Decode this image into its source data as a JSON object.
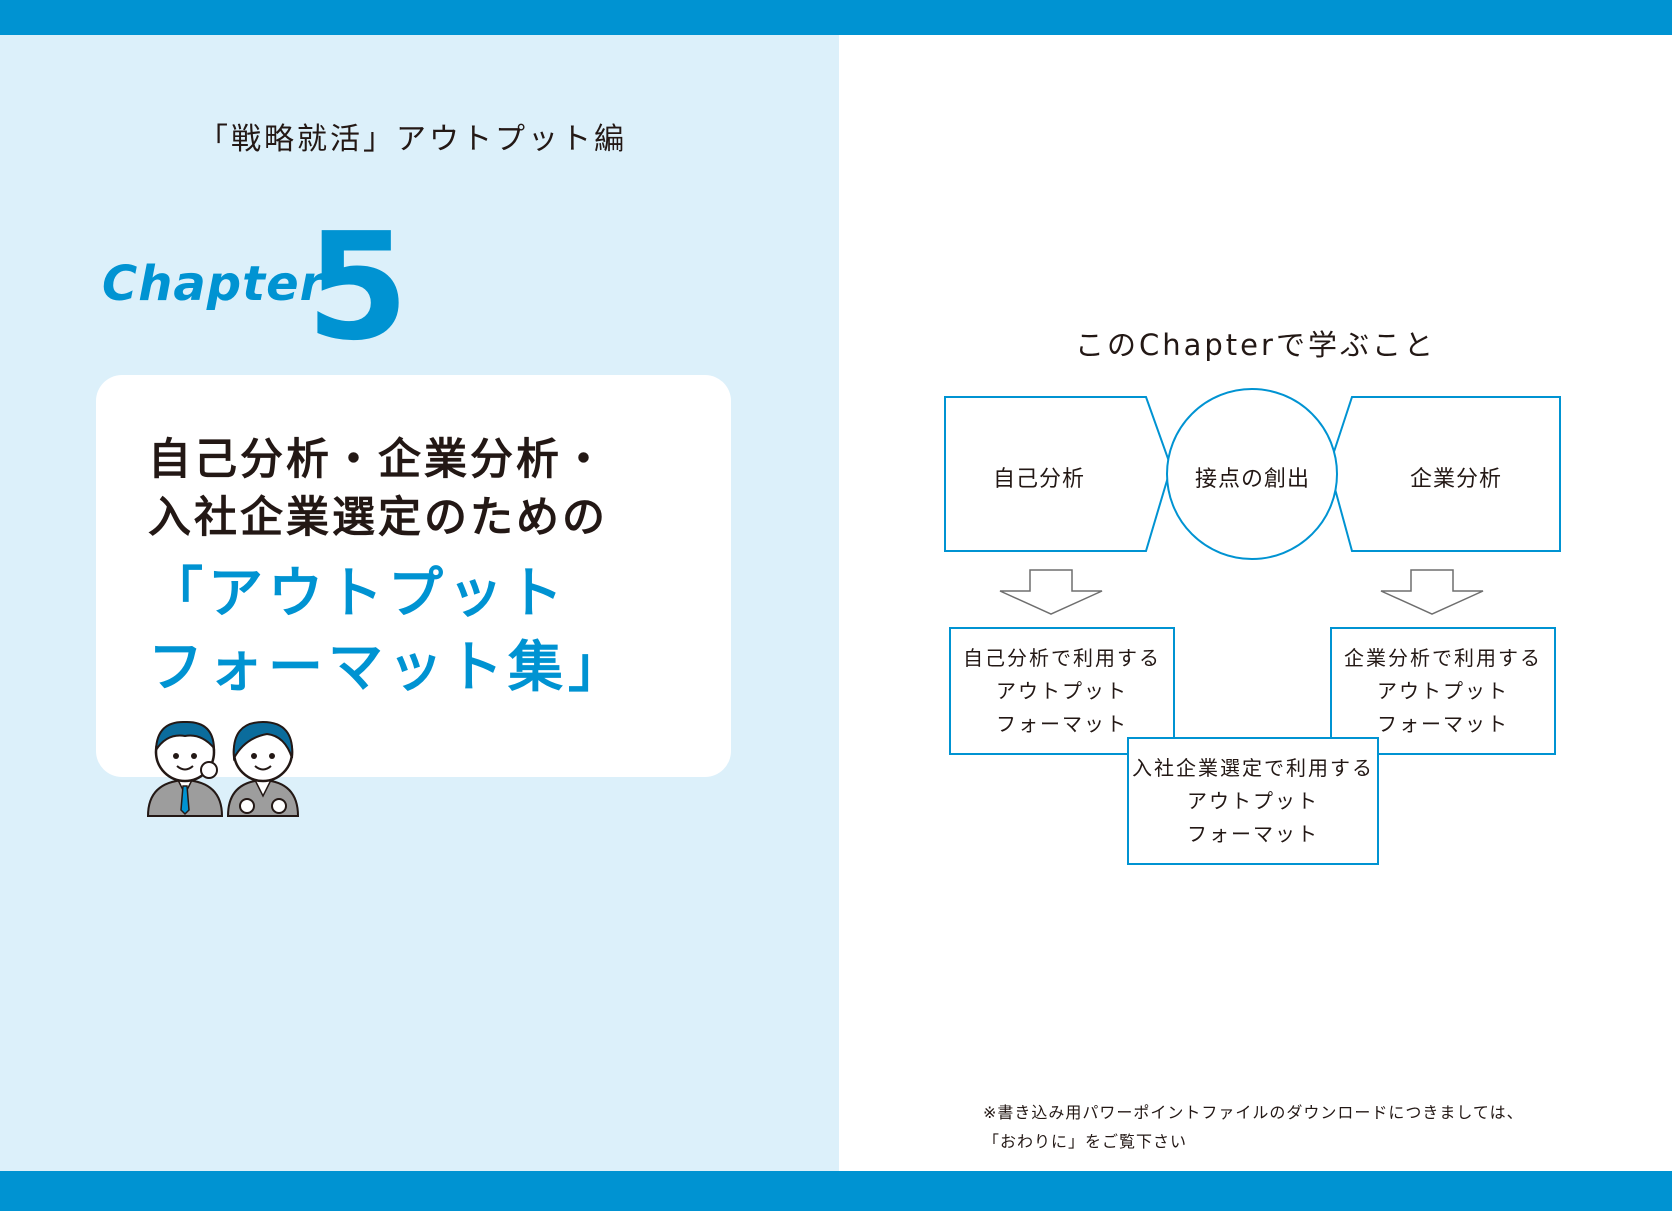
{
  "colors": {
    "accent": "#0093d2",
    "left_background": "#dcf0fa",
    "text": "#231815"
  },
  "left": {
    "series_title": "「戦略就活」アウトプット編",
    "chapter_label": "Chapter",
    "chapter_number": "5",
    "title_line1": "自己分析・企業分析・",
    "title_line2": "入社企業選定のための",
    "title_accent_line1": "「アウトプット",
    "title_accent_line2": "フォーマット集」",
    "illustration_icon": "two-business-people-icon"
  },
  "right": {
    "subtitle": "このChapterで学ぶこと",
    "diagram": {
      "left_node": "自己分析",
      "center_node": "接点の創出",
      "right_node": "企業分析",
      "self_format": {
        "line1": "自己分析で利用する",
        "line2": "アウトプット",
        "line3": "フォーマット"
      },
      "company_format": {
        "line1": "企業分析で利用する",
        "line2": "アウトプット",
        "line3": "フォーマット"
      },
      "selection_format": {
        "line1": "入社企業選定で利用する",
        "line2": "アウトプット",
        "line3": "フォーマット"
      }
    },
    "note_line1": "※書き込み用パワーポイントファイルのダウンロードにつきましては、",
    "note_line2": "「おわりに」をご覧下さい"
  }
}
